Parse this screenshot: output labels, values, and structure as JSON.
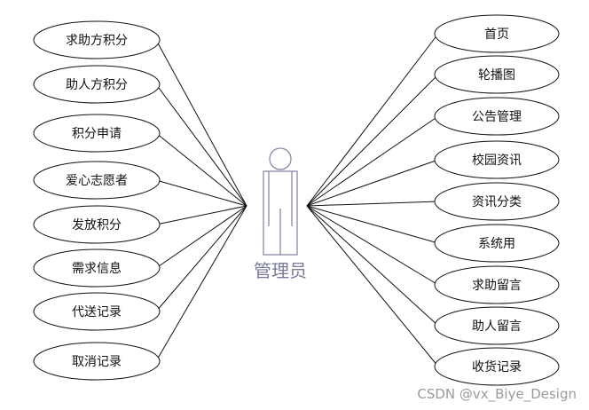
{
  "diagram": {
    "actor": {
      "label": "管理员"
    },
    "left_use_cases": [
      {
        "label": "求助方积分"
      },
      {
        "label": "助人方积分"
      },
      {
        "label": "积分申请"
      },
      {
        "label": "爱心志愿者"
      },
      {
        "label": "发放积分"
      },
      {
        "label": "需求信息"
      },
      {
        "label": "代送记录"
      },
      {
        "label": "取消记录"
      }
    ],
    "right_use_cases": [
      {
        "label": "首页"
      },
      {
        "label": "轮播图"
      },
      {
        "label": "公告管理"
      },
      {
        "label": "校园资讯"
      },
      {
        "label": "资讯分类"
      },
      {
        "label": "系统用"
      },
      {
        "label": "求助留言"
      },
      {
        "label": "助人留言"
      },
      {
        "label": "收货记录"
      }
    ]
  },
  "watermark": "CSDN @vx_Biye_Design",
  "colors": {
    "line": "#111111",
    "actor_stroke": "#8a8aa6",
    "ellipse_fill": "#ffffff"
  }
}
